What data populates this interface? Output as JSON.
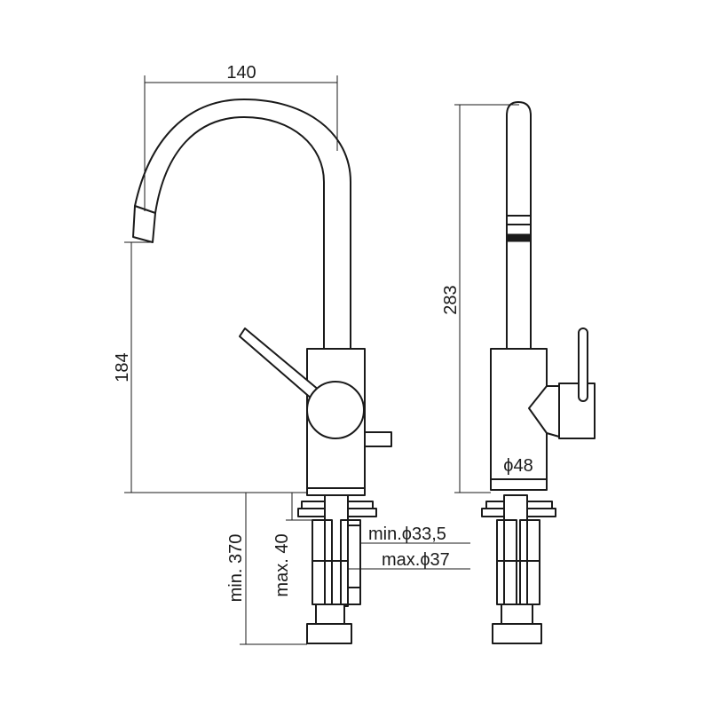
{
  "dimensions": {
    "width_140": "140",
    "height_184": "184",
    "height_283": "283",
    "min_370": "min. 370",
    "max_40": "max. 40",
    "diameter_48": "ϕ48",
    "min_hole": "min.ϕ33,5",
    "max_hole": "max.ϕ37"
  },
  "colors": {
    "line": "#1a1a1a",
    "background": "#ffffff"
  }
}
